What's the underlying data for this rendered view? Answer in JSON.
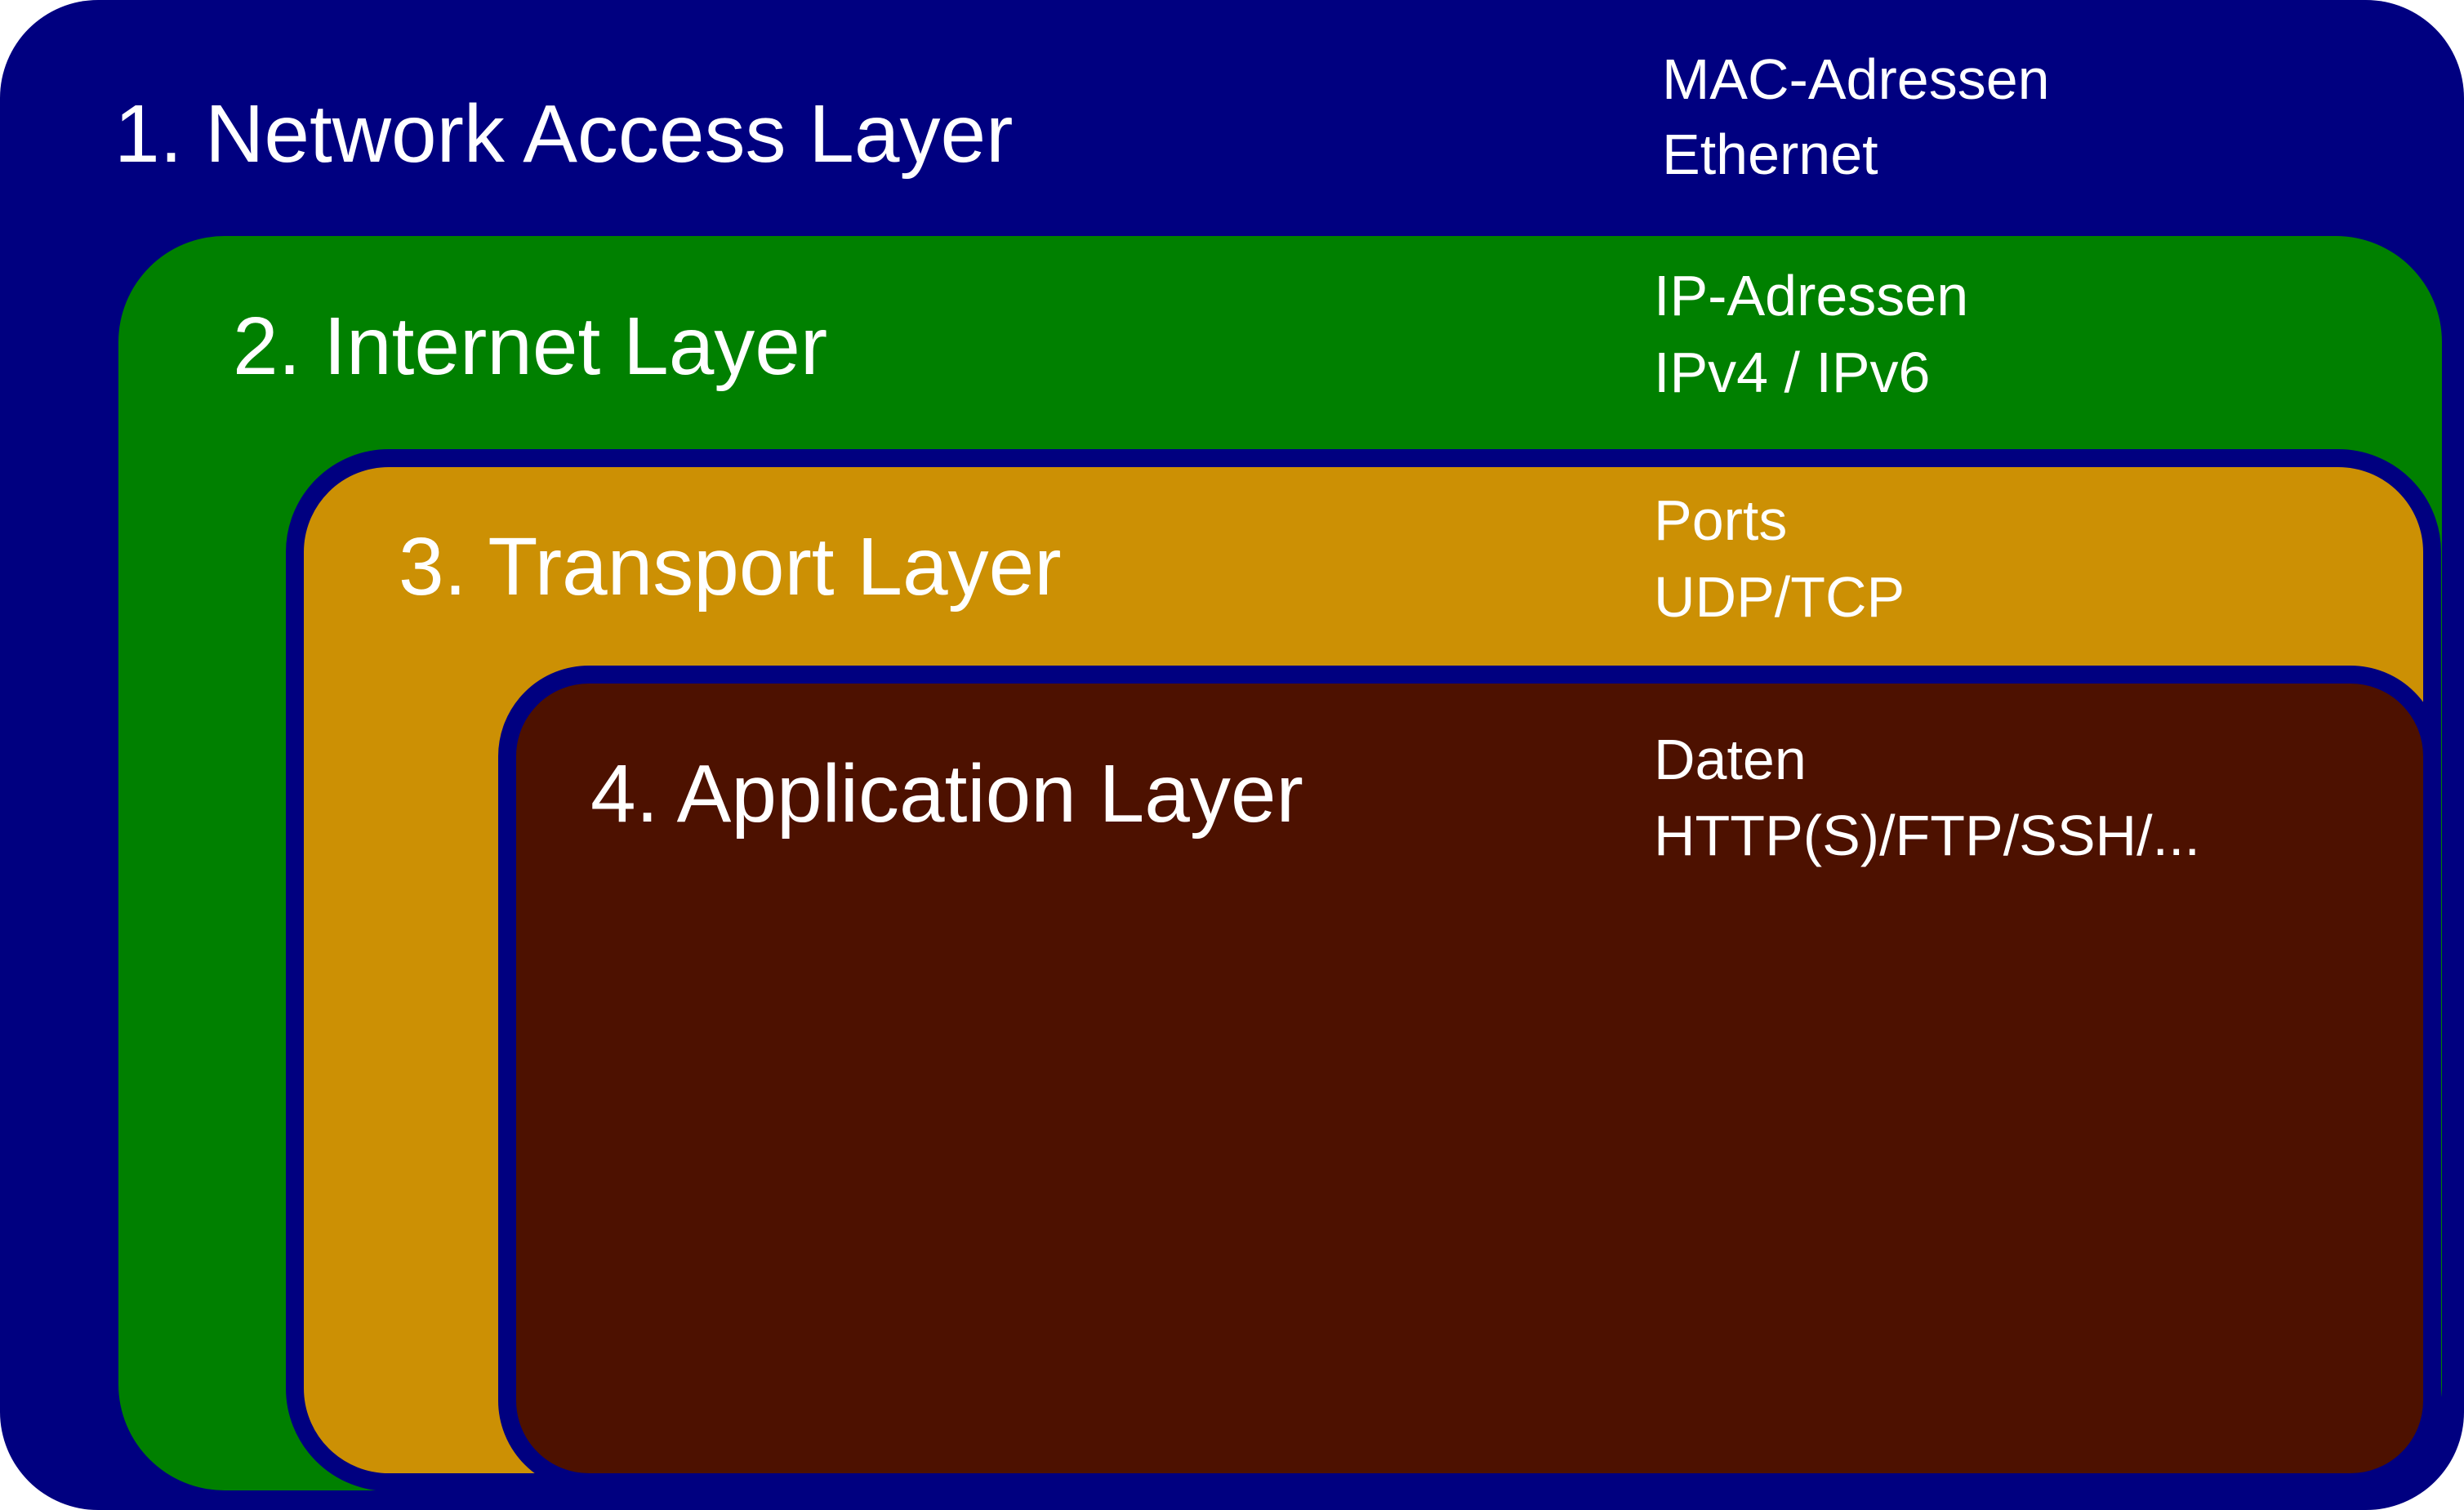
{
  "diagram": {
    "layers": [
      {
        "title": "1. Network Access Layer",
        "info_line1": "MAC-Adressen",
        "info_line2": "Ethernet",
        "fill": "#000080"
      },
      {
        "title": "2. Internet Layer",
        "info_line1": "IP-Adressen",
        "info_line2": "IPv4 / IPv6",
        "fill": "#008000"
      },
      {
        "title": "3. Transport Layer",
        "info_line1": "Ports",
        "info_line2": "UDP/TCP",
        "fill": "#CC9004"
      },
      {
        "title": "4. Application Layer",
        "info_line1": "Daten",
        "info_line2": "HTTP(S)/FTP/SSH/...",
        "fill": "#4D1100"
      }
    ],
    "border_color": "#000080"
  }
}
